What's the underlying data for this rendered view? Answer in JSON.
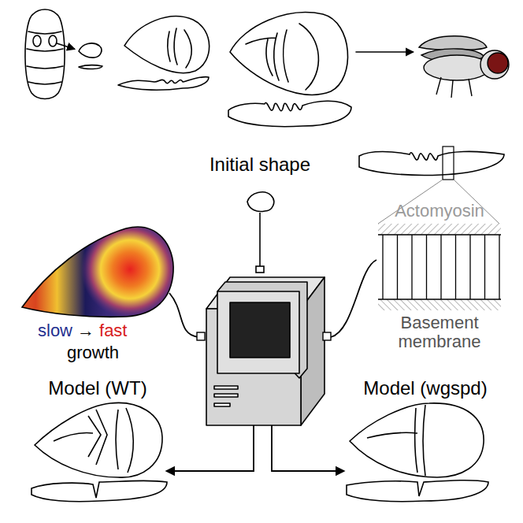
{
  "diagram": {
    "labels": [
      "Initial shape",
      "slow",
      "→",
      "fast",
      "growth",
      "Actomyosin",
      "Basement membrane",
      "Model (WT)",
      "Model (wgspd)"
    ]
  }
}
